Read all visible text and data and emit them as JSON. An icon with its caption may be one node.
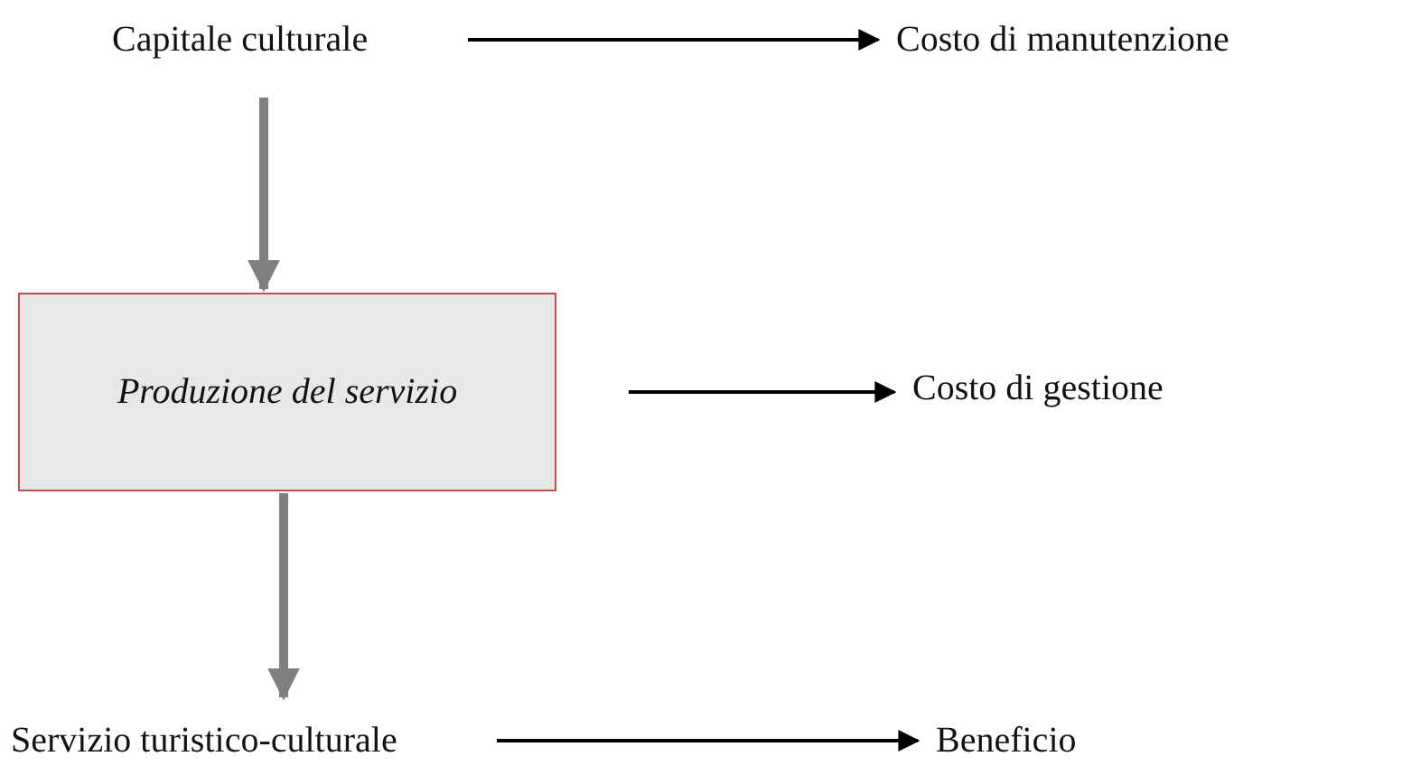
{
  "diagram": {
    "nodes": [
      {
        "text": [
          "Capitale culturale"
        ]
      },
      {
        "text": [
          "Costo di manutenzione"
        ]
      },
      {
        "text": [
          "Produzione del servizio"
        ]
      },
      {
        "text": [
          "Costo di gestione"
        ]
      },
      {
        "text": [
          "Servizio turistico-culturale"
        ]
      },
      {
        "text": [
          "Beneficio"
        ]
      }
    ],
    "edges": [
      {
        "from": 0,
        "to": 1,
        "arrow": "to"
      },
      {
        "from": 0,
        "to": 2,
        "arrow": "to",
        "style": "thick",
        "color": "#7f7f7f"
      },
      {
        "from": 2,
        "to": 3,
        "arrow": "to"
      },
      {
        "from": 2,
        "to": 4,
        "arrow": "to",
        "style": "thick",
        "color": "#7f7f7f"
      },
      {
        "from": 4,
        "to": 5,
        "arrow": "to"
      }
    ]
  }
}
